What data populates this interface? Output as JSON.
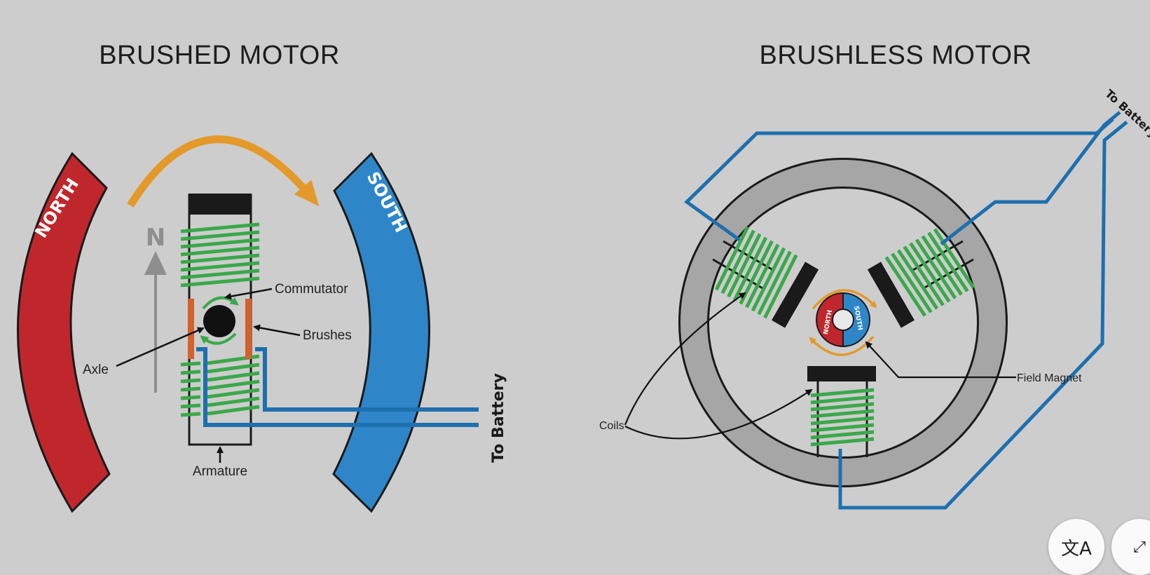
{
  "brushed": {
    "title": "BRUSHED MOTOR",
    "north_pole": "NORTH",
    "south_pole": "SOUTH",
    "field_direction": "N",
    "labels": {
      "commutator": "Commutator",
      "brushes": "Brushes",
      "axle": "Axle",
      "armature": "Armature",
      "battery": "To Battery"
    }
  },
  "brushless": {
    "title": "BRUSHLESS MOTOR",
    "magnet_north": "NORTH",
    "magnet_south": "SOUTH",
    "labels": {
      "coils": "Coils",
      "field_magnet": "Field Magnet",
      "battery": "To Battery"
    }
  },
  "controls": {
    "translate_icon": "文A",
    "expand_icon": "⤢"
  },
  "colors": {
    "background": "#cdcdcd",
    "north": "#c0272d",
    "south": "#2e86c8",
    "coil": "#3aa84a",
    "wire": "#1e6fae",
    "arrow_orange": "#e39a2a",
    "ring": "#a6a6a6"
  }
}
